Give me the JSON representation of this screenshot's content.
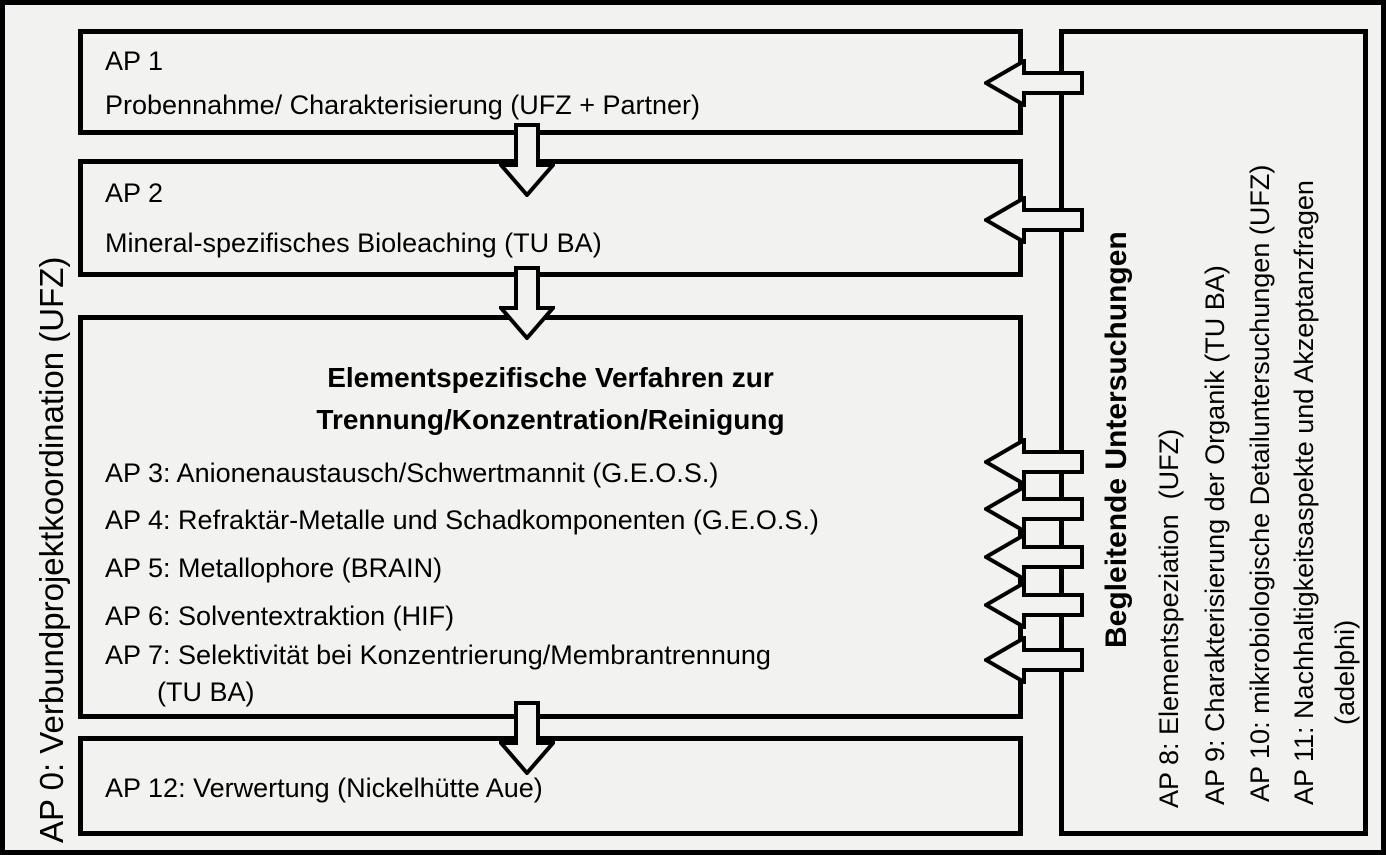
{
  "coordination": {
    "label": "AP 0: Verbundprojektkoordination (UFZ)"
  },
  "flow": {
    "ap1": {
      "title": "AP 1",
      "description": "Probennahme/ Charakterisierung (UFZ + Partner)"
    },
    "ap2": {
      "title": "AP 2",
      "description": "Mineral-spezifisches Bioleaching (TU BA)"
    },
    "methods": {
      "heading_line1": "Elementspezifische Verfahren zur",
      "heading_line2": "Trennung/Konzentration/Reinigung",
      "items": [
        "AP 3: Anionenaustausch/Schwertmannit (G.E.O.S.)",
        "AP 4: Refraktär-Metalle und Schadkomponenten (G.E.O.S.)",
        "AP 5: Metallophore (BRAIN)",
        "AP 6: Solventextraktion (HIF)",
        "AP 7: Selektivität bei Konzentrierung/Membrantrennung",
        "(TU BA)"
      ]
    },
    "ap12": {
      "label": "AP 12: Verwertung (Nickelhütte Aue)"
    }
  },
  "side_panel": {
    "title": "Begleitende Untersuchungen",
    "items": [
      "AP 8: Elementspeziation  (UFZ)",
      "AP 9: Charakterisierung der Organik (TU BA)",
      "AP 10: mikrobiologische Detailuntersuchungen (UFZ)",
      "AP 11: Nachhaltigkeitsaspekte und Akzeptanzfragen",
      "(adelphi)"
    ]
  },
  "colors": {
    "background": "#f2f2f0",
    "line": "#000000"
  }
}
